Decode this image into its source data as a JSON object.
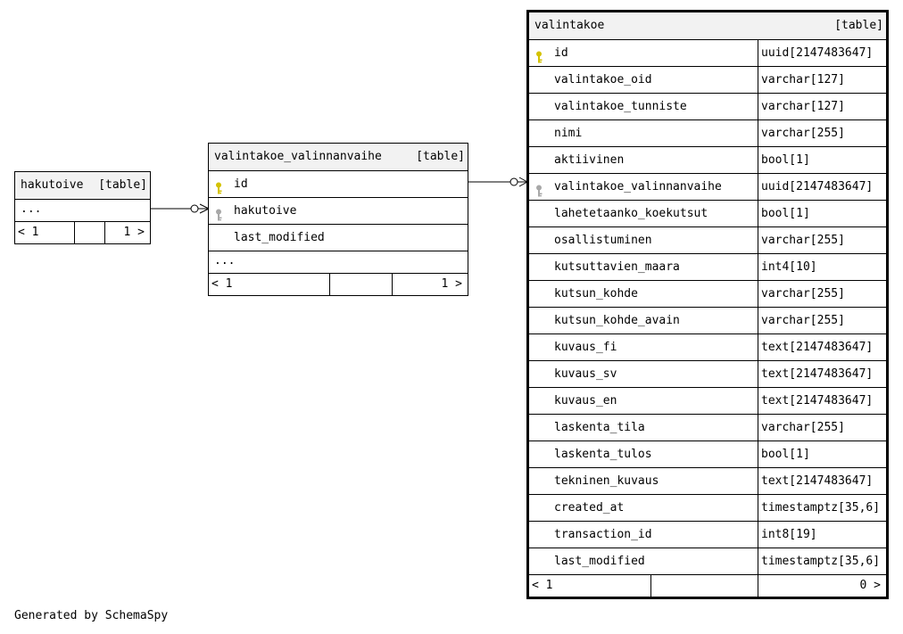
{
  "tables": {
    "hakutoive": {
      "name": "hakutoive",
      "tag": "[table]",
      "ellipsis": "...",
      "footer_left": "< 1",
      "footer_right": "1 >"
    },
    "valintakoe_valinnanvaihe": {
      "name": "valintakoe_valinnanvaihe",
      "tag": "[table]",
      "columns": [
        {
          "name": "id",
          "key": "primary"
        },
        {
          "name": "hakutoive",
          "key": "foreign"
        },
        {
          "name": "last_modified",
          "key": ""
        }
      ],
      "ellipsis": "...",
      "footer_left": "< 1",
      "footer_right": "1 >"
    },
    "valintakoe": {
      "name": "valintakoe",
      "tag": "[table]",
      "columns": [
        {
          "name": "id",
          "type": "uuid[2147483647]",
          "key": "primary"
        },
        {
          "name": "valintakoe_oid",
          "type": "varchar[127]",
          "key": ""
        },
        {
          "name": "valintakoe_tunniste",
          "type": "varchar[127]",
          "key": ""
        },
        {
          "name": "nimi",
          "type": "varchar[255]",
          "key": ""
        },
        {
          "name": "aktiivinen",
          "type": "bool[1]",
          "key": ""
        },
        {
          "name": "valintakoe_valinnanvaihe",
          "type": "uuid[2147483647]",
          "key": "foreign"
        },
        {
          "name": "lahetetaanko_koekutsut",
          "type": "bool[1]",
          "key": ""
        },
        {
          "name": "osallistuminen",
          "type": "varchar[255]",
          "key": ""
        },
        {
          "name": "kutsuttavien_maara",
          "type": "int4[10]",
          "key": ""
        },
        {
          "name": "kutsun_kohde",
          "type": "varchar[255]",
          "key": ""
        },
        {
          "name": "kutsun_kohde_avain",
          "type": "varchar[255]",
          "key": ""
        },
        {
          "name": "kuvaus_fi",
          "type": "text[2147483647]",
          "key": ""
        },
        {
          "name": "kuvaus_sv",
          "type": "text[2147483647]",
          "key": ""
        },
        {
          "name": "kuvaus_en",
          "type": "text[2147483647]",
          "key": ""
        },
        {
          "name": "laskenta_tila",
          "type": "varchar[255]",
          "key": ""
        },
        {
          "name": "laskenta_tulos",
          "type": "bool[1]",
          "key": ""
        },
        {
          "name": "tekninen_kuvaus",
          "type": "text[2147483647]",
          "key": ""
        },
        {
          "name": "created_at",
          "type": "timestamptz[35,6]",
          "key": ""
        },
        {
          "name": "transaction_id",
          "type": "int8[19]",
          "key": ""
        },
        {
          "name": "last_modified",
          "type": "timestamptz[35,6]",
          "key": ""
        }
      ],
      "footer_left": "< 1",
      "footer_right": "0 >"
    }
  },
  "colors": {
    "primary_key": "#d4c200",
    "foreign_key": "#a8a8a8",
    "header_bg": "#f2f2f2"
  },
  "footer_note": "Generated by SchemaSpy"
}
